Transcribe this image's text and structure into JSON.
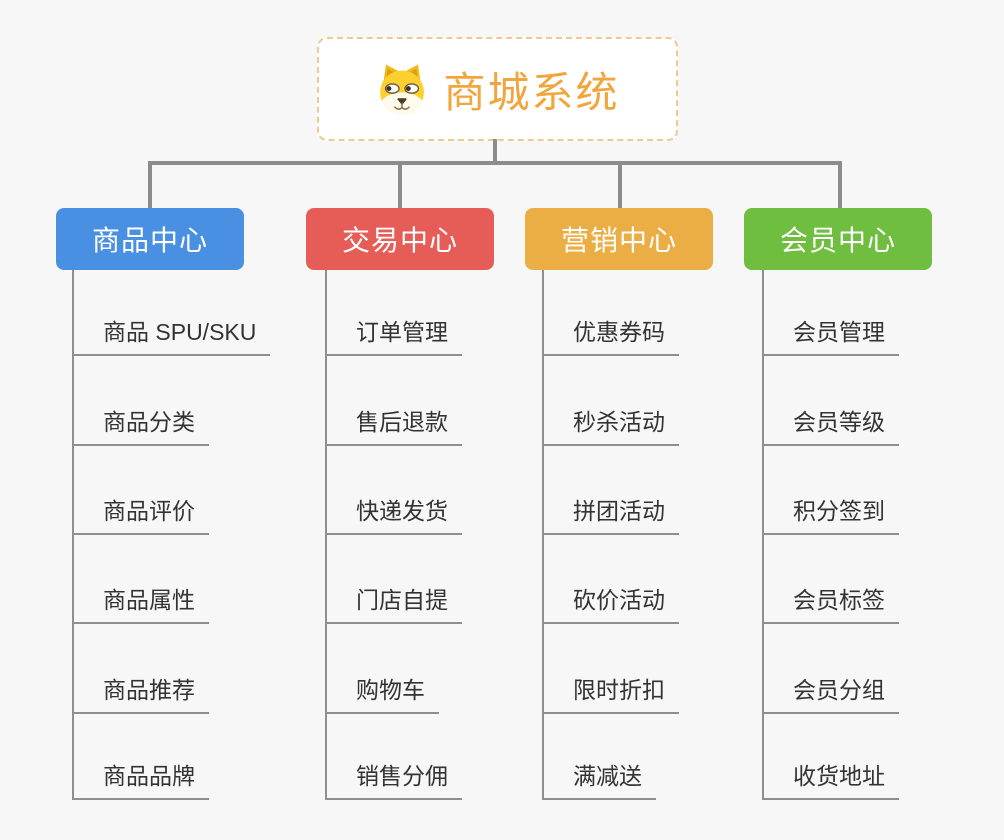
{
  "root": {
    "title": "商城系统",
    "icon": "dog-face-icon"
  },
  "colors": {
    "background": "#f7f7f7",
    "root_border": "#f0c98f",
    "root_text": "#f0a63d",
    "connector": "#8c8c8c",
    "leaf_text": "#333333",
    "branch_product": "#4a90e2",
    "branch_trade": "#e65d58",
    "branch_marketing": "#ebae45",
    "branch_member": "#6fbe3f"
  },
  "branches": [
    {
      "label": "商品中心",
      "color": "#4a90e2",
      "items": [
        "商品 SPU/SKU",
        "商品分类",
        "商品评价",
        "商品属性",
        "商品推荐",
        "商品品牌"
      ]
    },
    {
      "label": "交易中心",
      "color": "#e65d58",
      "items": [
        "订单管理",
        "售后退款",
        "快递发货",
        "门店自提",
        "购物车",
        "销售分佣"
      ]
    },
    {
      "label": "营销中心",
      "color": "#ebae45",
      "items": [
        "优惠券码",
        "秒杀活动",
        "拼团活动",
        "砍价活动",
        "限时折扣",
        "满减送"
      ]
    },
    {
      "label": "会员中心",
      "color": "#6fbe3f",
      "items": [
        "会员管理",
        "会员等级",
        "积分签到",
        "会员标签",
        "会员分组",
        "收货地址"
      ]
    }
  ]
}
